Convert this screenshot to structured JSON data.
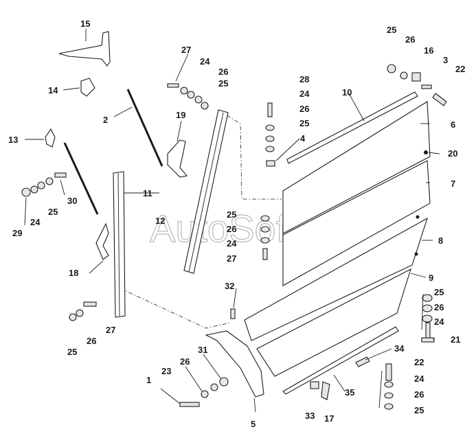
{
  "watermark": "AutoSoft",
  "callouts": {
    "n1": "1",
    "n2": "2",
    "n3": "3",
    "n4": "4",
    "n5": "5",
    "n6": "6",
    "n7": "7",
    "n8": "8",
    "n9": "9",
    "n10": "10",
    "n11": "11",
    "n12": "12",
    "n13": "13",
    "n14": "14",
    "n15": "15",
    "n16": "16",
    "n17": "17",
    "n18": "18",
    "n19": "19",
    "n20": "20",
    "n21": "21",
    "n22": "22",
    "n23": "23",
    "n24": "24",
    "n25": "25",
    "n26": "26",
    "n27": "27",
    "n28": "28",
    "n29": "29",
    "n30": "30",
    "n31": "31",
    "n32": "32",
    "n33": "33",
    "n34": "34",
    "n35": "35"
  },
  "colors": {
    "line": "#1a1a1a",
    "panel_fill": "#ffffff",
    "hardware_fill": "#e6e6e6",
    "watermark": "#b8b8b8"
  }
}
